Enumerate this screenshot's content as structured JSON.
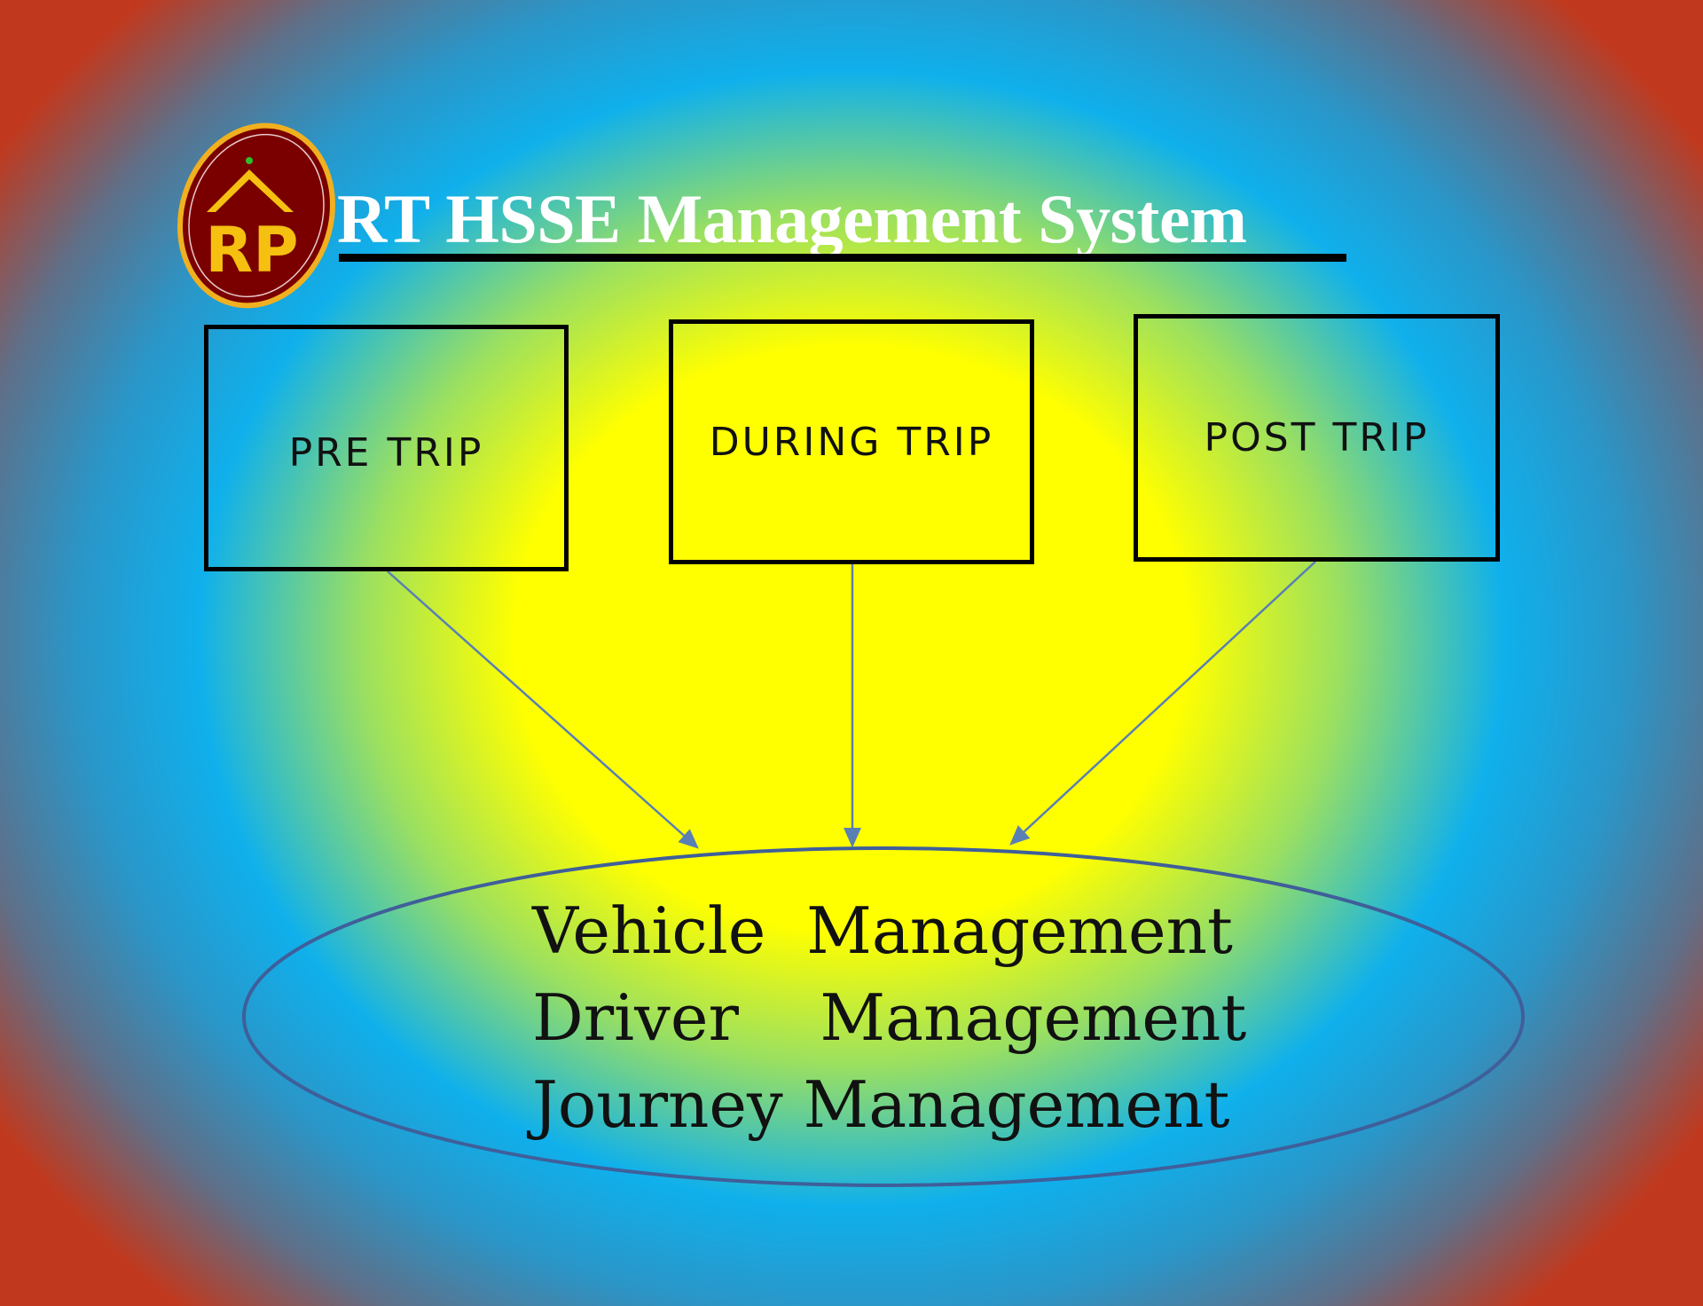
{
  "logo": {
    "text": "RP",
    "colors": {
      "bg": "#7a0000",
      "ring": "#f0b020",
      "letters": "#f5c010"
    }
  },
  "title": "RT HSSE Management System",
  "phases": [
    "PRE TRIP",
    "DURING TRIP",
    "POST TRIP"
  ],
  "outcomes": [
    "Vehicle  Management",
    "Driver    Management",
    "Journey Management"
  ],
  "colors": {
    "arrow": "#5a7fb5",
    "ellipse": "#3f5f9a"
  }
}
